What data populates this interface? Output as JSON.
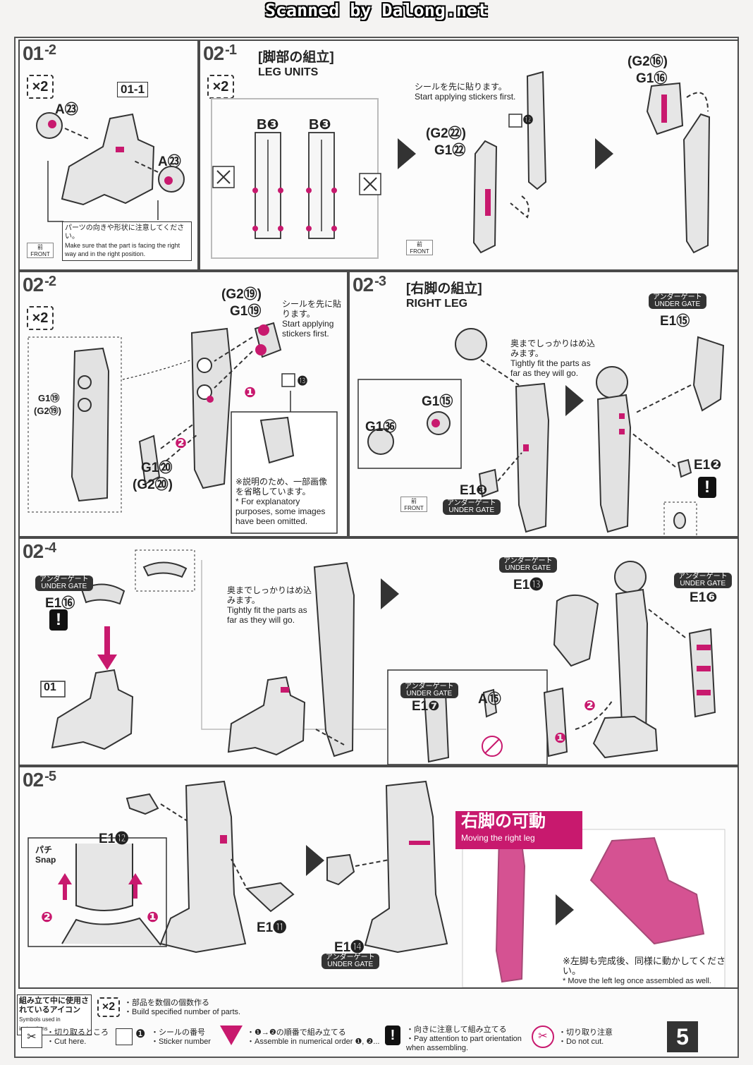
{
  "banner": "Scanned by Dalong.net",
  "steps": {
    "s0102": {
      "main": "01",
      "sub": "-2",
      "multiplier": "×2",
      "ref": "01-1",
      "labels": [
        "A㉓",
        "A㉓"
      ],
      "note_jp": "パーツの向きや形状に注意してください。",
      "note_en": "Make sure that the part is facing the right way and in the right position.",
      "front_jp": "前",
      "front_en": "FRONT"
    },
    "s0201": {
      "main": "02",
      "sub": "-1",
      "title_jp": "[脚部の組立]",
      "title_en": "LEG UNITS",
      "multiplier": "×2",
      "runner_labels": [
        "B❸",
        "B❸"
      ],
      "sticker_jp": "シールを先に貼ります。",
      "sticker_en": "Start applying stickers first.",
      "labels": [
        "(G2㉒)",
        "G1㉒",
        "⓬",
        "(G2⑯)",
        "G1⑯"
      ],
      "front_jp": "前",
      "front_en": "FRONT"
    },
    "s0202": {
      "main": "02",
      "sub": "-2",
      "multiplier": "×2",
      "labels": [
        "(G2⑲)",
        "G1⑲",
        "G1⑲",
        "(G2⑲)",
        "G1⑳",
        "(G2⑳)",
        "⓭",
        "❶",
        "❷"
      ],
      "sticker_jp": "シールを先に貼ります。",
      "sticker_en": "Start applying stickers first.",
      "omit_jp": "※説明のため、一部画像を省略しています。",
      "omit_en": "* For explanatory purposes, some images have been omitted."
    },
    "s0203": {
      "main": "02",
      "sub": "-3",
      "title_jp": "[右脚の組立]",
      "title_en": "RIGHT LEG",
      "tight_jp": "奥までしっかりはめ込みます。",
      "tight_en": "Tightly fit the parts as far as they will go.",
      "labels": [
        "G1⑮",
        "G1㊱",
        "E1❸",
        "E1⑮",
        "E1❷"
      ],
      "gate_jp": "アンダーゲート",
      "gate_en": "UNDER GATE",
      "front_jp": "前",
      "front_en": "FRONT"
    },
    "s0204": {
      "main": "02",
      "sub": "-4",
      "labels": [
        "E1⑯",
        "01",
        "E1⓭",
        "E1❻",
        "E1❼",
        "A⑮",
        "❶",
        "❷"
      ],
      "tight_jp": "奥までしっかりはめ込みます。",
      "tight_en": "Tightly fit the parts as far as they will go.",
      "gate_jp": "アンダーゲート",
      "gate_en": "UNDER GATE",
      "warn": "!"
    },
    "s0205": {
      "main": "02",
      "sub": "-5",
      "labels": [
        "E1⓬",
        "E1⓫",
        "E1⓮",
        "❷",
        "❶"
      ],
      "snap_jp": "パチ",
      "snap_en": "Snap",
      "gate_jp": "アンダーゲート",
      "gate_en": "UNDER GATE"
    },
    "move": {
      "title_jp": "右脚の可動",
      "title_en": "Moving the right leg",
      "note_jp": "※左脚も完成後、同様に動かしてください。",
      "note_en": "* Move the left leg once assembled as well."
    }
  },
  "legend": {
    "heading_jp": "組み立て中に使用されているアイコン",
    "heading_en": "Symbols used in instructions",
    "items": [
      {
        "jp": "・部品を数個の個数作る",
        "en": "・Build specified number of parts.",
        "icon": "×2"
      },
      {
        "jp": "・切り取るところ",
        "en": "・Cut here."
      },
      {
        "jp": "・シールの番号",
        "en": "・Sticker number",
        "icon": "❶"
      },
      {
        "jp": "・❶→❷の順番で組み立てる",
        "en": "・Assemble in numerical order ❶, ❷..."
      },
      {
        "jp": "・向きに注意して組み立てる",
        "en": "・Pay attention to part orientation when assembling."
      },
      {
        "jp": "・切り取り注意",
        "en": "・Do not cut."
      }
    ]
  },
  "page_number": "5",
  "colors": {
    "accent": "#c8196e",
    "ink": "#333333",
    "part": "#d9d9d9"
  }
}
